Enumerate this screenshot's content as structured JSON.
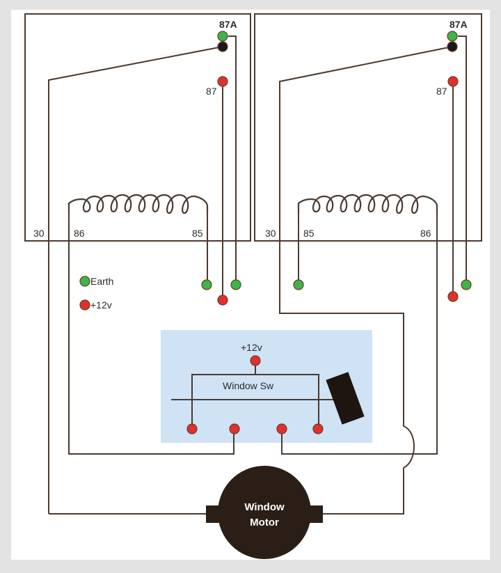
{
  "colors": {
    "background": "#e3e3e3",
    "panel": "#ffffff",
    "switch_panel": "#cfe3f5",
    "wire": "#4a3a30",
    "earth": "#3db54a",
    "positive": "#e0312d",
    "common": "#1a1a1a",
    "motor": "#2b1e16"
  },
  "relay_left": {
    "pin_87a": "87A",
    "pin_87": "87",
    "pin_30": "30",
    "pin_86": "86",
    "pin_85": "85"
  },
  "relay_right": {
    "pin_87a": "87A",
    "pin_87": "87",
    "pin_30": "30",
    "pin_85": "85",
    "pin_86": "86"
  },
  "legend": {
    "earth": "Earth",
    "positive": "+12v"
  },
  "switch": {
    "supply_label": "+12v",
    "label": "Window Sw"
  },
  "motor": {
    "line1": "Window",
    "line2": "Motor"
  }
}
